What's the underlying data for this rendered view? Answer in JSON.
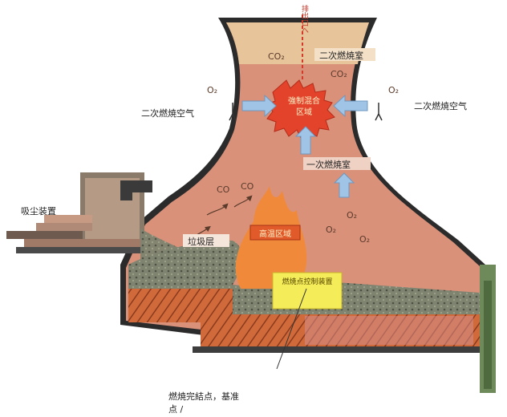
{
  "diagram": {
    "labels": {
      "exhaust": "排出口へ",
      "secondary_chamber": "二次燃焼室",
      "secondary_air_left": "二次燃焼空气",
      "secondary_air_right": "二次燃焼空气",
      "forced_mixing_line1": "強制混合",
      "forced_mixing_line2": "区域",
      "primary_chamber": "一次燃焼室",
      "dust_device": "吸尘装置",
      "waste_layer": "垃圾层",
      "high_temp_zone": "高温区域",
      "burn_control_box": "燃焼点控制装置",
      "bottom_note_line1": "燃焼完結点，基准",
      "bottom_note_line2": "点 /"
    },
    "gases": {
      "co2_a": "CO₂",
      "co2_b": "CO₂",
      "o2_left": "O₂",
      "o2_right": "O₂",
      "co_a": "CO",
      "co_b": "CO",
      "o2_a": "O₂",
      "o2_b": "O₂",
      "o2_c": "O₂"
    },
    "colors": {
      "furnace_body": "#d9917a",
      "chimney_top": "#e8c49a",
      "forced_zone": "#e2432a",
      "high_temp": "#e05a2a",
      "flame": "#f08a3a",
      "control_box": "#f5ec5a",
      "waste_gray": "#8a8f78",
      "grate": "#c8663a",
      "arrow_blue": "#9fc4e6"
    }
  }
}
